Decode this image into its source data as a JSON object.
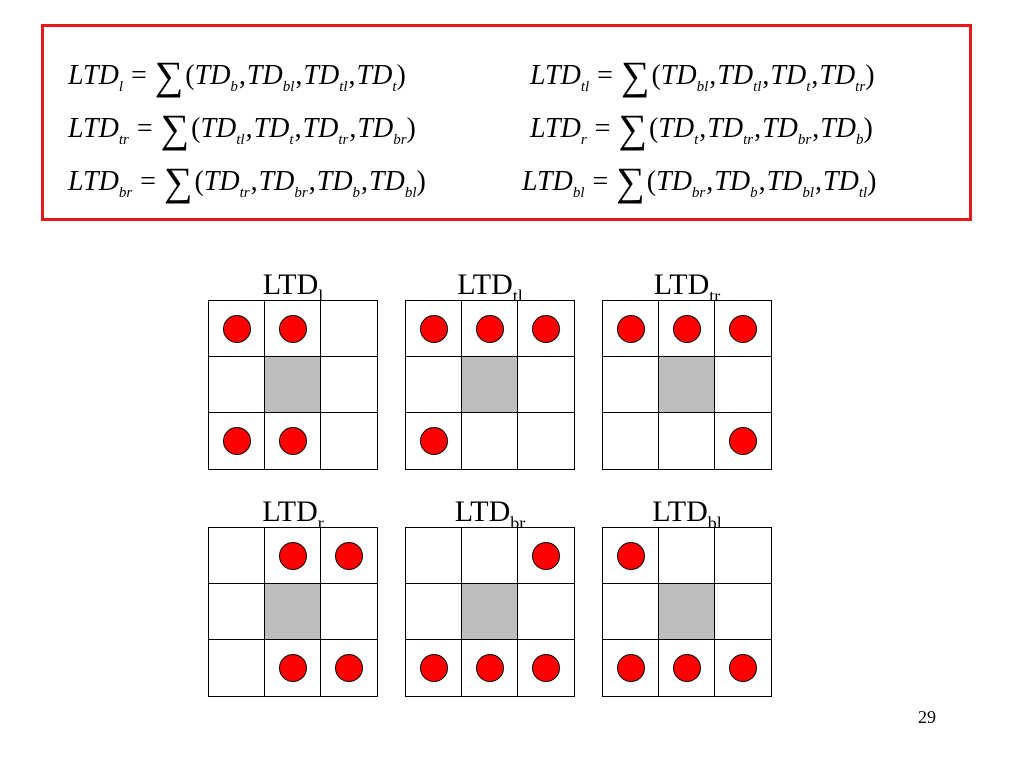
{
  "formulas": [
    {
      "lhs_base": "LTD",
      "lhs_sub": "l",
      "terms": [
        {
          "base": "TD",
          "sub": "b"
        },
        {
          "base": "TD",
          "sub": "bl"
        },
        {
          "base": "TD",
          "sub": "tl"
        },
        {
          "base": "TD",
          "sub": "t"
        }
      ]
    },
    {
      "lhs_base": "LTD",
      "lhs_sub": "tl",
      "terms": [
        {
          "base": "TD",
          "sub": "bl"
        },
        {
          "base": "TD",
          "sub": "tl"
        },
        {
          "base": "TD",
          "sub": "t"
        },
        {
          "base": "TD",
          "sub": "tr"
        }
      ]
    },
    {
      "lhs_base": "LTD",
      "lhs_sub": "tr",
      "terms": [
        {
          "base": "TD",
          "sub": "tl"
        },
        {
          "base": "TD",
          "sub": "t"
        },
        {
          "base": "TD",
          "sub": "tr"
        },
        {
          "base": "TD",
          "sub": "br"
        }
      ]
    },
    {
      "lhs_base": "LTD",
      "lhs_sub": "r",
      "terms": [
        {
          "base": "TD",
          "sub": "t"
        },
        {
          "base": "TD",
          "sub": "tr"
        },
        {
          "base": "TD",
          "sub": "br"
        },
        {
          "base": "TD",
          "sub": "b"
        }
      ]
    },
    {
      "lhs_base": "LTD",
      "lhs_sub": "br",
      "terms": [
        {
          "base": "TD",
          "sub": "tr"
        },
        {
          "base": "TD",
          "sub": "br"
        },
        {
          "base": "TD",
          "sub": "b"
        },
        {
          "base": "TD",
          "sub": "bl"
        }
      ]
    },
    {
      "lhs_base": "LTD",
      "lhs_sub": "bl",
      "terms": [
        {
          "base": "TD",
          "sub": "br"
        },
        {
          "base": "TD",
          "sub": "b"
        },
        {
          "base": "TD",
          "sub": "bl"
        },
        {
          "base": "TD",
          "sub": "tl"
        }
      ]
    }
  ],
  "symbols": {
    "equals": "=",
    "sum": "∑",
    "open_paren": "(",
    "close_paren": ")",
    "comma": ","
  },
  "panels": [
    {
      "title_base": "LTD",
      "title_sub": "l",
      "dots": [
        [
          1,
          1,
          0
        ],
        [
          0,
          0,
          0
        ],
        [
          1,
          1,
          0
        ]
      ]
    },
    {
      "title_base": "LTD",
      "title_sub": "tl",
      "dots": [
        [
          1,
          1,
          1
        ],
        [
          0,
          0,
          0
        ],
        [
          1,
          0,
          0
        ]
      ]
    },
    {
      "title_base": "LTD",
      "title_sub": "tr",
      "dots": [
        [
          1,
          1,
          1
        ],
        [
          0,
          0,
          0
        ],
        [
          0,
          0,
          1
        ]
      ]
    },
    {
      "title_base": "LTD",
      "title_sub": "r",
      "dots": [
        [
          0,
          1,
          1
        ],
        [
          0,
          0,
          0
        ],
        [
          0,
          1,
          1
        ]
      ]
    },
    {
      "title_base": "LTD",
      "title_sub": "br",
      "dots": [
        [
          0,
          0,
          1
        ],
        [
          0,
          0,
          0
        ],
        [
          1,
          1,
          1
        ]
      ]
    },
    {
      "title_base": "LTD",
      "title_sub": "bl",
      "dots": [
        [
          1,
          0,
          0
        ],
        [
          0,
          0,
          0
        ],
        [
          1,
          1,
          1
        ]
      ]
    }
  ],
  "colors": {
    "border": "#e3191c",
    "dot": "#ff0000",
    "center_cell": "#bebebe"
  },
  "page_number": "29"
}
